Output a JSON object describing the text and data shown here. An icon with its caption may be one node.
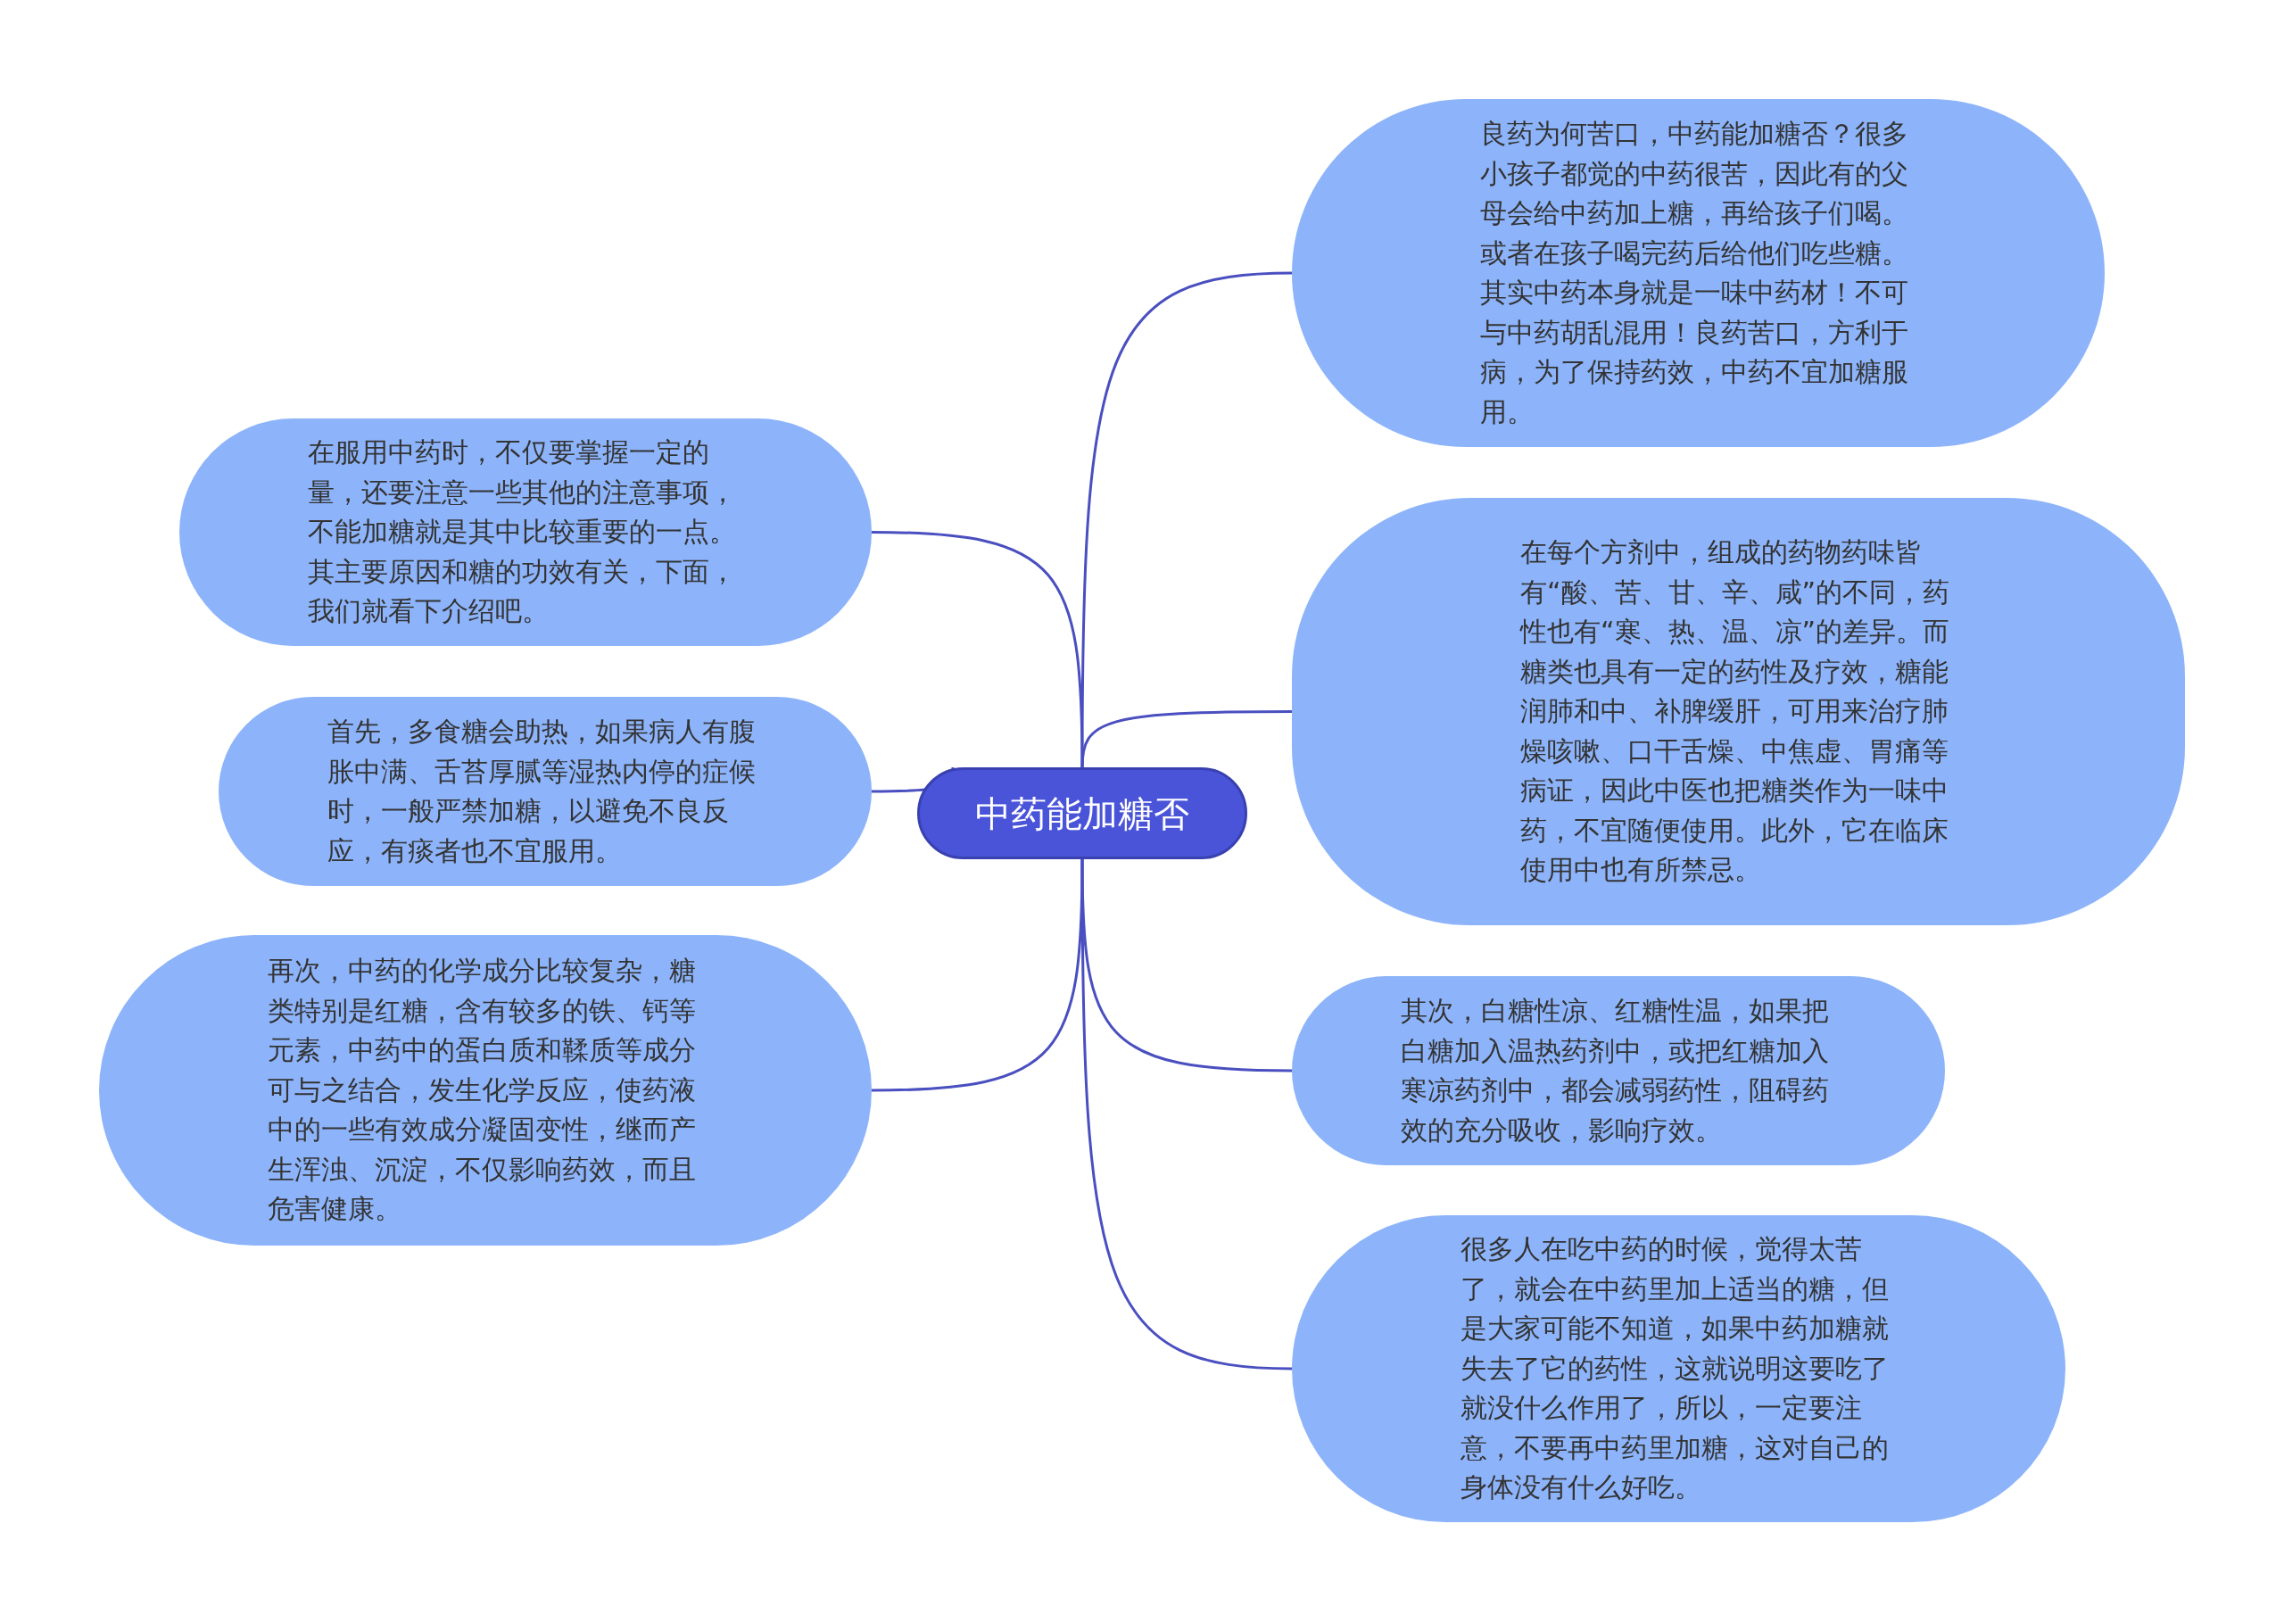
{
  "diagram": {
    "nodes": [
      {
        "text": [
          "中药能加糖否"
        ]
      },
      {
        "text": [
          "良药为何苦口，中药能加糖否？很多小孩子都觉的中药很苦，因此有的父母会给中药加上糖，再给孩子们喝。或者在孩子喝完药后给他们吃些糖。其实中药本身就是一味中药材！不可与中药胡乱混用！良药苦口，方利于病，为了保持药效，中药不宜加糖服用。"
        ]
      },
      {
        "text": [
          "在服用中药时，不仅要掌握一定的量，还要注意一些其他的注意事项，不能加糖就是其中比较重要的一点。其主要原因和糖的功效有关，下面，我们就看下介绍吧。"
        ]
      },
      {
        "text": [
          "在每个方剂中，组成的药物药味皆有“酸、苦、甘、辛、咸”的不同，药性也有“寒、热、温、凉”的差异。而糖类也具有一定的药性及疗效，糖能润肺和中、补脾缓肝，可用来治疗肺燥咳嗽、口干舌燥、中焦虚、胃痛等病证，因此中医也把糖类作为一味中药，不宜随便使用。此外，它在临床使用中也有所禁忌。"
        ]
      },
      {
        "text": [
          "首先，多食糖会助热，如果病人有腹胀中满、舌苔厚腻等湿热内停的症候时，一般严禁加糖，以避免不良反应，有痰者也不宜服用。"
        ]
      },
      {
        "text": [
          "再次，中药的化学成分比较复杂，糖类特别是红糖，含有较多的铁、钙等元素，中药中的蛋白质和鞣质等成分可与之结合，发生化学反应，使药液中的一些有效成分凝固变性，继而产生浑浊、沉淀，不仅影响药效，而且危害健康。"
        ]
      },
      {
        "text": [
          "其次，白糖性凉、红糖性温，如果把白糖加入温热药剂中，或把红糖加入寒凉药剂中，都会减弱药性，阻碍药效的充分吸收，影响疗效。"
        ]
      },
      {
        "text": [
          "很多人在吃中药的时候，觉得太苦了，就会在中药里加上适当的糖，但是大家可能不知道，如果中药加糖就失去了它的药性，这就说明这要吃了就没什么作用了，所以，一定要注意，不要再中药里加糖，这对自己的身体没有什么好吃。"
        ]
      }
    ],
    "edges": [
      {
        "from": 0,
        "to": 1,
        "arrow": "none"
      },
      {
        "from": 0,
        "to": 2,
        "arrow": "none"
      },
      {
        "from": 0,
        "to": 3,
        "arrow": "none"
      },
      {
        "from": 0,
        "to": 4,
        "arrow": "none"
      },
      {
        "from": 0,
        "to": 5,
        "arrow": "none"
      },
      {
        "from": 0,
        "to": 6,
        "arrow": "none"
      },
      {
        "from": 0,
        "to": 7,
        "arrow": "none"
      }
    ]
  }
}
